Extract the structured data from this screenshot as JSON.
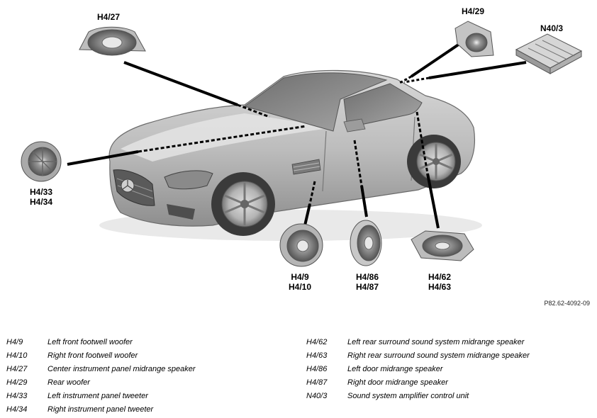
{
  "callouts": {
    "h4_27": [
      "H4/27"
    ],
    "h4_29": [
      "H4/29"
    ],
    "n40_3": [
      "N40/3"
    ],
    "h4_33_34": [
      "H4/33",
      "H4/34"
    ],
    "h4_9_10": [
      "H4/9",
      "H4/10"
    ],
    "h4_86_87": [
      "H4/86",
      "H4/87"
    ],
    "h4_62_63": [
      "H4/62",
      "H4/63"
    ]
  },
  "figure_code": "P82.62-4092-09",
  "legend_left": [
    {
      "code": "H4/9",
      "desc": "Left front footwell woofer"
    },
    {
      "code": "H4/10",
      "desc": "Right front footwell woofer"
    },
    {
      "code": "H4/27",
      "desc": "Center instrument panel midrange speaker"
    },
    {
      "code": "H4/29",
      "desc": "Rear woofer"
    },
    {
      "code": "H4/33",
      "desc": "Left instrument panel tweeter"
    },
    {
      "code": "H4/34",
      "desc": "Right instrument panel tweeter"
    }
  ],
  "legend_right": [
    {
      "code": "H4/62",
      "desc": "Left rear surround sound system midrange speaker"
    },
    {
      "code": "H4/63",
      "desc": "Right rear surround sound system midrange speaker"
    },
    {
      "code": "H4/86",
      "desc": "Left door midrange speaker"
    },
    {
      "code": "H4/87",
      "desc": "Right door midrange speaker"
    },
    {
      "code": "N40/3",
      "desc": "Sound system amplifier control unit"
    }
  ]
}
